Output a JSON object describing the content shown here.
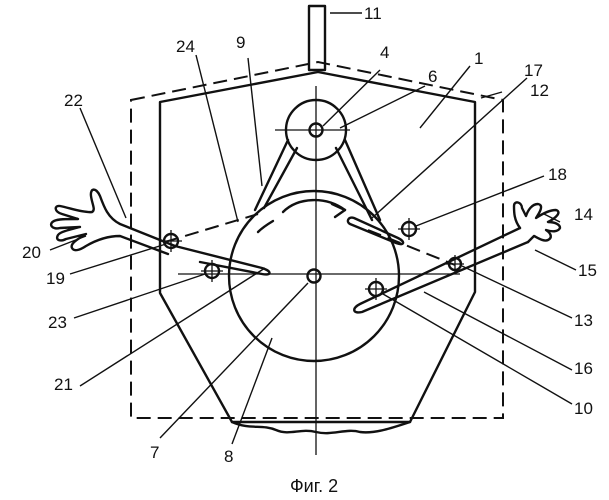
{
  "figure": {
    "caption": "Фиг. 2",
    "labels": [
      {
        "id": "n1",
        "text": "1"
      },
      {
        "id": "n4",
        "text": "4"
      },
      {
        "id": "n6",
        "text": "6"
      },
      {
        "id": "n7",
        "text": "7"
      },
      {
        "id": "n8",
        "text": "8"
      },
      {
        "id": "n9",
        "text": "9"
      },
      {
        "id": "n10",
        "text": "10"
      },
      {
        "id": "n11",
        "text": "11"
      },
      {
        "id": "n12",
        "text": "12"
      },
      {
        "id": "n13",
        "text": "13"
      },
      {
        "id": "n14",
        "text": "14"
      },
      {
        "id": "n15",
        "text": "15"
      },
      {
        "id": "n16",
        "text": "16"
      },
      {
        "id": "n17",
        "text": "17"
      },
      {
        "id": "n18",
        "text": "18"
      },
      {
        "id": "n19",
        "text": "19"
      },
      {
        "id": "n20",
        "text": "20"
      },
      {
        "id": "n21",
        "text": "21"
      },
      {
        "id": "n22",
        "text": "22"
      },
      {
        "id": "n23",
        "text": "23"
      },
      {
        "id": "n24",
        "text": "24"
      }
    ]
  }
}
